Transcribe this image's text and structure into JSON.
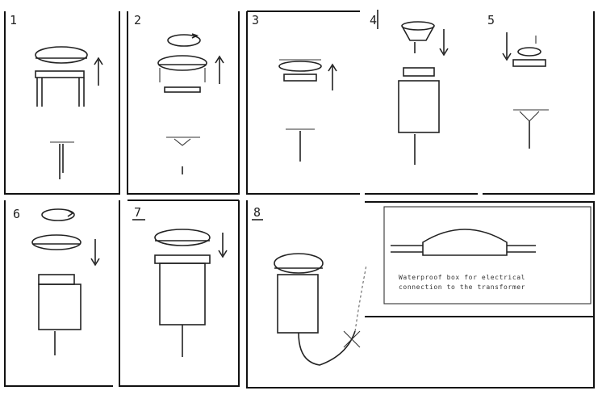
{
  "diagram": {
    "steps": [
      {
        "id": 1,
        "label": "1"
      },
      {
        "id": 2,
        "label": "2"
      },
      {
        "id": 3,
        "label": "3"
      },
      {
        "id": 4,
        "label": "4"
      },
      {
        "id": 5,
        "label": "5"
      },
      {
        "id": 6,
        "label": "6"
      },
      {
        "id": 7,
        "label": "7"
      },
      {
        "id": 8,
        "label": "8"
      }
    ],
    "wiring_note": {
      "line1": "Waterproof box for electrical",
      "line2": "connection to the transformer"
    }
  }
}
